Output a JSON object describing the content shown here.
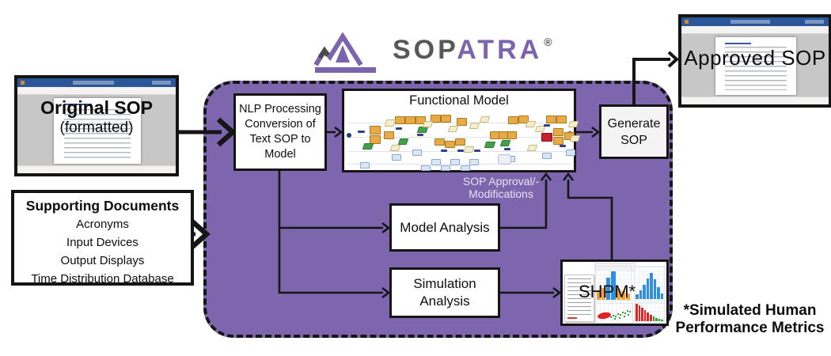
{
  "logo": {
    "brand_prefix": "SOP",
    "brand_suffix": "ATRA",
    "registered_mark": "®"
  },
  "left_inputs": {
    "original_sop": {
      "overlay_title": "Original SOP",
      "overlay_subtitle": "(formatted)"
    },
    "supporting_documents": {
      "title": "Supporting Documents",
      "items": [
        "Acronyms",
        "Input Devices",
        "Output Displays",
        "Time Distribution Database"
      ]
    }
  },
  "pipeline": {
    "nlp_box": {
      "lines": [
        "NLP Processing",
        "Conversion of",
        "Text SOP to",
        "Model"
      ]
    },
    "functional_model": {
      "title": "Functional Model"
    },
    "model_analysis": {
      "label": "Model Analysis"
    },
    "simulation_analysis": {
      "lines": [
        "Simulation",
        "Analysis"
      ]
    },
    "generate_sop": {
      "lines": [
        "Generate",
        "SOP"
      ]
    },
    "approval_label": {
      "lines": [
        "SOP Approval/-",
        "Modifications"
      ]
    },
    "shpm": {
      "label": "SHPM*"
    }
  },
  "approved_sop": {
    "overlay_title": "Approved SOP"
  },
  "footnote": {
    "lines": [
      "*Simulated Human",
      "Performance Metrics"
    ]
  },
  "colors": {
    "purple_fill": "#7d66ad",
    "logo_purple": "#7b63ad",
    "logo_gray": "#57585a",
    "approval_text": "#e8e1f4",
    "word_titlebar": "#2b579a",
    "bar_orange": "#f2a233",
    "bar_blue": "#2f8fe0",
    "bar_red": "#e32222",
    "bar_green": "#2ea334"
  },
  "functional_model_blocks": [
    [
      62,
      8,
      11,
      8,
      "o"
    ],
    [
      75,
      8,
      11,
      8,
      "o"
    ],
    [
      88,
      8,
      11,
      8,
      "o"
    ],
    [
      107,
      6,
      11,
      8,
      "o"
    ],
    [
      120,
      6,
      11,
      8,
      "o"
    ],
    [
      140,
      10,
      11,
      8,
      "o"
    ],
    [
      30,
      20,
      12,
      9,
      "o"
    ],
    [
      30,
      32,
      12,
      9,
      "o"
    ],
    [
      48,
      27,
      11,
      8,
      "o"
    ],
    [
      112,
      36,
      11,
      7,
      "o"
    ],
    [
      125,
      39,
      11,
      7,
      "o"
    ],
    [
      138,
      36,
      11,
      7,
      "o"
    ],
    [
      182,
      27,
      10,
      8,
      "o"
    ],
    [
      193,
      27,
      10,
      8,
      "o"
    ],
    [
      204,
      27,
      10,
      8,
      "o"
    ],
    [
      205,
      8,
      11,
      8,
      "o"
    ],
    [
      218,
      7,
      11,
      8,
      "o"
    ],
    [
      253,
      7,
      11,
      8,
      "o"
    ],
    [
      266,
      7,
      11,
      8,
      "o"
    ],
    [
      262,
      23,
      11,
      8,
      "o"
    ],
    [
      262,
      34,
      11,
      8,
      "o"
    ],
    [
      276,
      28,
      11,
      8,
      "o"
    ],
    [
      247,
      29,
      12,
      9,
      "r"
    ],
    [
      91,
      21,
      10,
      6,
      "g"
    ],
    [
      22,
      42,
      10,
      6,
      "g"
    ],
    [
      67,
      36,
      9,
      6,
      "g"
    ],
    [
      176,
      40,
      10,
      6,
      "g"
    ],
    [
      196,
      38,
      9,
      6,
      "g"
    ],
    [
      50,
      12,
      10,
      7,
      "y"
    ],
    [
      98,
      14,
      9,
      6,
      "y"
    ],
    [
      130,
      20,
      9,
      6,
      "y"
    ],
    [
      157,
      16,
      9,
      6,
      "y"
    ],
    [
      170,
      8,
      9,
      6,
      "y"
    ],
    [
      228,
      14,
      9,
      6,
      "y"
    ],
    [
      240,
      20,
      9,
      6,
      "y"
    ],
    [
      282,
      14,
      9,
      6,
      "y"
    ],
    [
      284,
      32,
      9,
      6,
      "y"
    ],
    [
      57,
      44,
      9,
      6,
      "y"
    ],
    [
      150,
      46,
      9,
      6,
      "y"
    ],
    [
      230,
      44,
      9,
      6,
      "y"
    ],
    [
      15,
      26,
      9,
      3,
      "n"
    ],
    [
      63,
      22,
      8,
      3,
      "n"
    ],
    [
      90,
      30,
      8,
      3,
      "n"
    ],
    [
      120,
      50,
      8,
      3,
      "n"
    ],
    [
      141,
      50,
      8,
      3,
      "n"
    ],
    [
      162,
      50,
      8,
      3,
      "n"
    ],
    [
      200,
      48,
      8,
      3,
      "n"
    ],
    [
      250,
      18,
      8,
      3,
      "n"
    ],
    [
      270,
      44,
      8,
      3,
      "n"
    ],
    [
      58,
      56,
      10,
      6,
      "b"
    ],
    [
      84,
      50,
      10,
      6,
      "b"
    ],
    [
      108,
      62,
      10,
      6,
      "b"
    ],
    [
      132,
      62,
      10,
      6,
      "b"
    ],
    [
      156,
      62,
      10,
      6,
      "b"
    ],
    [
      202,
      58,
      10,
      6,
      "b"
    ],
    [
      248,
      54,
      10,
      6,
      "b"
    ],
    [
      278,
      50,
      10,
      6,
      "b"
    ],
    [
      18,
      66,
      10,
      6,
      "b"
    ],
    [
      95,
      70,
      10,
      5,
      "b"
    ],
    [
      120,
      70,
      10,
      5,
      "b"
    ],
    [
      145,
      70,
      10,
      5,
      "b"
    ],
    [
      192,
      56,
      15,
      11,
      "c"
    ]
  ],
  "shpm_charts": {
    "mixed_bars": {
      "values": [
        12,
        15,
        28,
        36,
        14,
        11,
        8
      ],
      "colors": [
        "o",
        "o",
        "b",
        "b",
        "o",
        "o",
        "o"
      ]
    },
    "histogram": {
      "values": [
        6,
        11,
        18,
        26,
        33,
        25,
        15,
        7
      ],
      "colors": [
        "b",
        "b",
        "b",
        "b",
        "b",
        "b",
        "b",
        "b"
      ]
    },
    "descending_bars": {
      "values": [
        22,
        20,
        17,
        14,
        11,
        8,
        6,
        4,
        3,
        2
      ],
      "colors": [
        "r",
        "r",
        "r",
        "r",
        "r",
        "r",
        "g",
        "g",
        "g",
        "g"
      ]
    }
  }
}
